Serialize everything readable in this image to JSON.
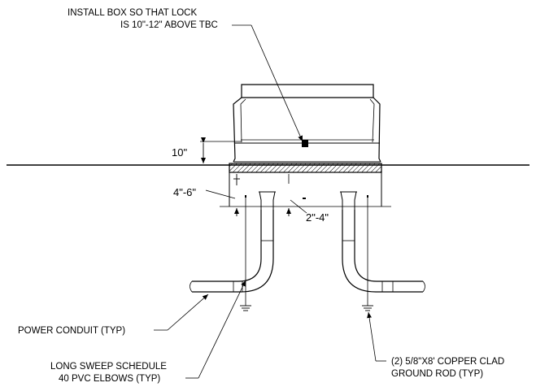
{
  "labels": {
    "install_line1": "INSTALL BOX SO THAT LOCK",
    "install_line2": "IS 10\"-12\" ABOVE TBC",
    "dim_10": "10\"",
    "dim_4_6": "4\"-6\"",
    "dim_2_4": "2\"-4\"",
    "power_conduit": "POWER CONDUIT (TYP)",
    "elbows_line1": "LONG SWEEP SCHEDULE",
    "elbows_line2": "40 PVC ELBOWS (TYP)",
    "ground_line1": "(2) 5/8\"X8' COPPER CLAD",
    "ground_line2": "GROUND ROD (TYP)"
  }
}
